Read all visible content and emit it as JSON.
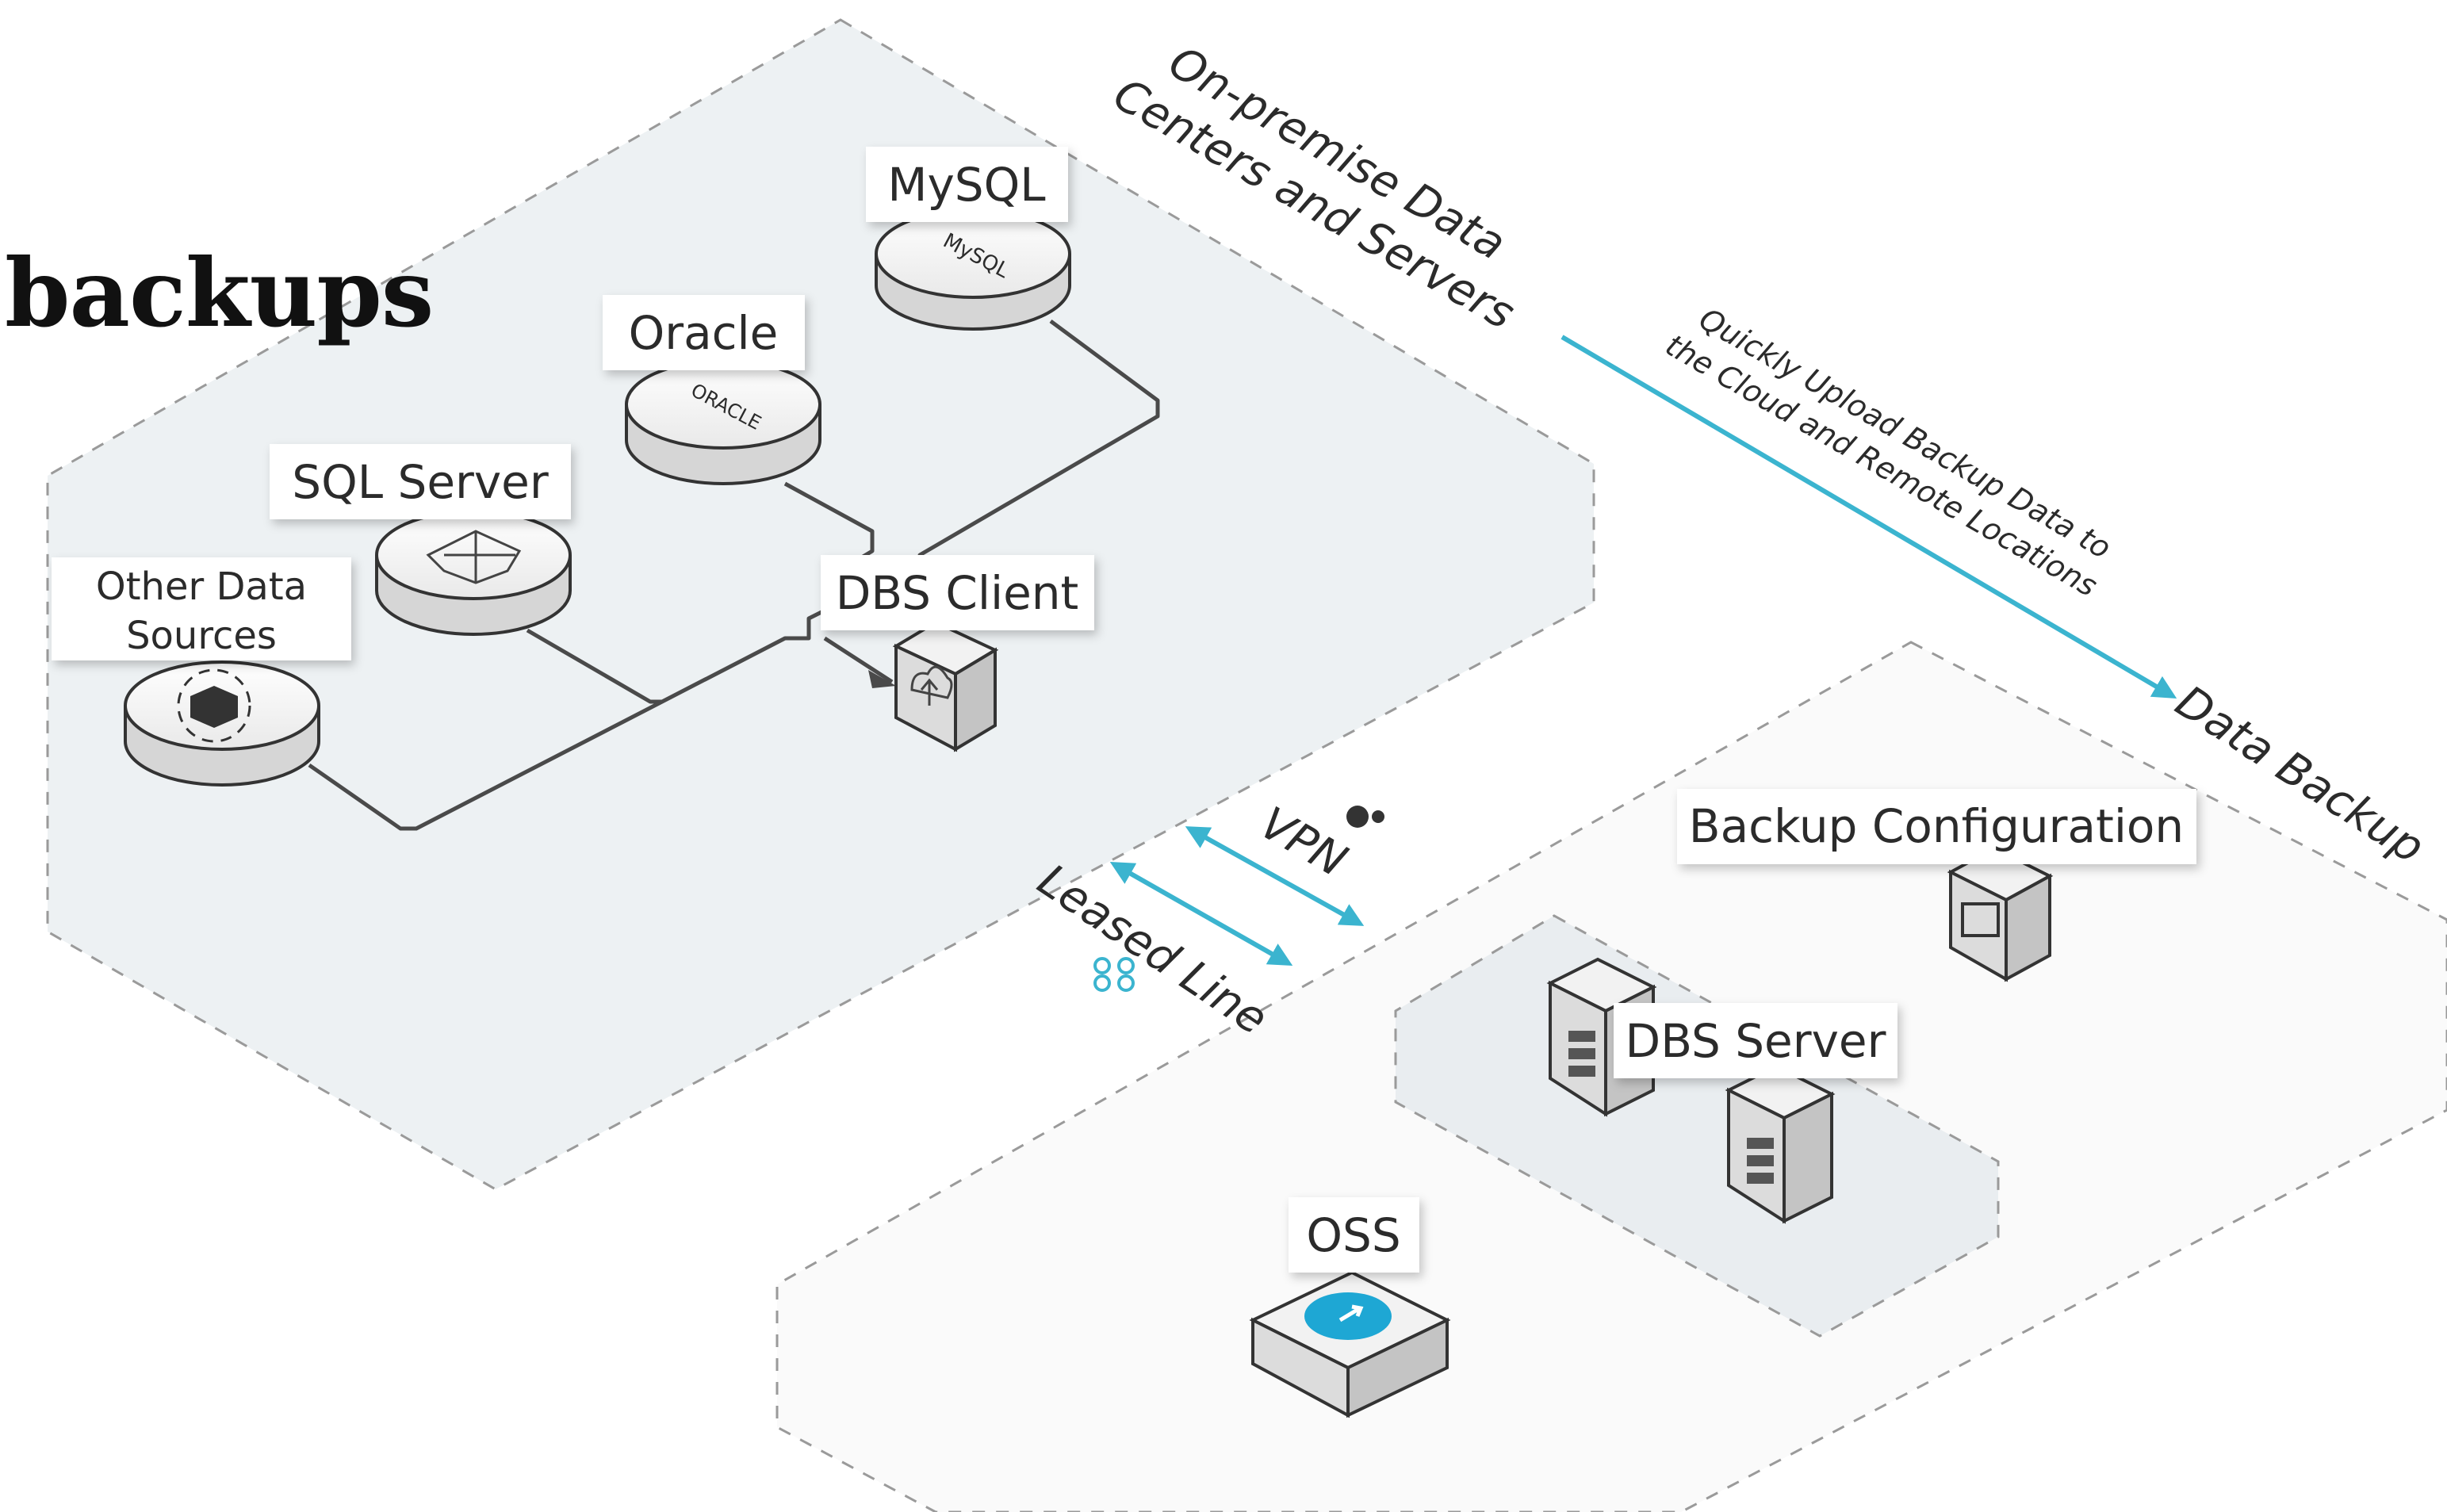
{
  "title": "backups",
  "zones": {
    "on_premise": "On-premise Data Centers and Servers",
    "on_premise_lines": [
      "On-premise Data",
      "Centers and Servers"
    ],
    "cloud": "Data Backup"
  },
  "flow": {
    "upload_lines": [
      "Quickly Upload Backup Data to",
      "the Cloud and Remote Locations"
    ],
    "vpn": "VPN",
    "leased_line": "Leased Line"
  },
  "databases": {
    "mysql": "MySQL",
    "oracle": "Oracle",
    "sql_server": "SQL Server",
    "other_lines": [
      "Other Data",
      "Sources"
    ],
    "dbs_client": "DBS Client"
  },
  "cloud_nodes": {
    "backup_config": "Backup Configuration",
    "dbs_server": "DBS Server",
    "oss": "OSS"
  },
  "logos": {
    "mysql_logo": "MySQL",
    "oracle_logo": "ORACLE"
  },
  "colors": {
    "accent": "#3bb4cf",
    "zone_fill": "#edf1f3",
    "wire": "#4a4a4a"
  }
}
